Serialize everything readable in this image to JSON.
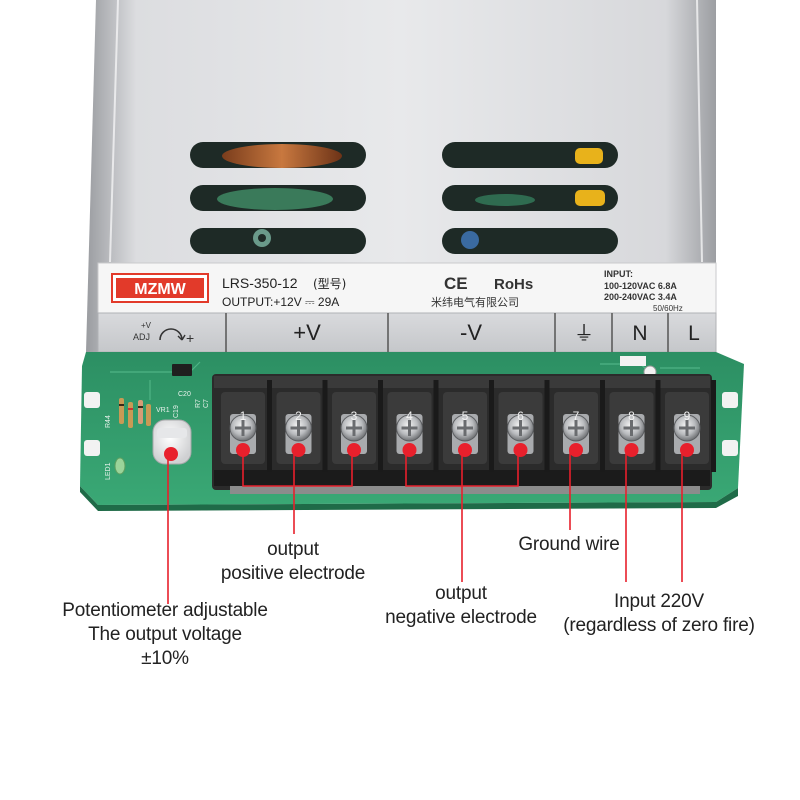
{
  "label": {
    "brand": "MZMW",
    "model": "LRS-350-12",
    "model_suffix": "(型号)",
    "output_spec": "OUTPUT:+12V ⎓ 29A",
    "ce": "CE",
    "rohs": "RoHs",
    "company": "米纬电气有限公司",
    "input_title": "INPUT:",
    "input_line1": "100-120VAC  6.8A",
    "input_line2": "200-240VAC  3.4A",
    "frequency": "50/60Hz"
  },
  "terminal_labels": {
    "adj_plus_v": "+V",
    "adj": "ADJ",
    "adj_plus": "+",
    "pos": "+V",
    "neg": "-V",
    "ground_symbol": "⏚",
    "n": "N",
    "l": "L"
  },
  "terminals": [
    "1",
    "2",
    "3",
    "4",
    "5",
    "6",
    "7",
    "8",
    "9"
  ],
  "pcb": {
    "r44": "R44",
    "vr1": "VR1",
    "led": "LED1",
    "c20": "C20",
    "c19": "C19",
    "r7": "R7",
    "c7": "C7"
  },
  "annotations": {
    "potentiometer": [
      "Potentiometer adjustable",
      "The output voltage",
      "±10%"
    ],
    "positive": [
      "output",
      "positive electrode"
    ],
    "negative": [
      "output",
      "negative electrode"
    ],
    "ground": [
      "Ground wire"
    ],
    "input": [
      "Input 220V",
      "(regardless of zero fire)"
    ]
  },
  "colors": {
    "marker_red": "#e8202c",
    "brand_red": "#e23a2a",
    "pcb_green": "#2f9a6a",
    "terminal_block": "#2b2b2b"
  }
}
